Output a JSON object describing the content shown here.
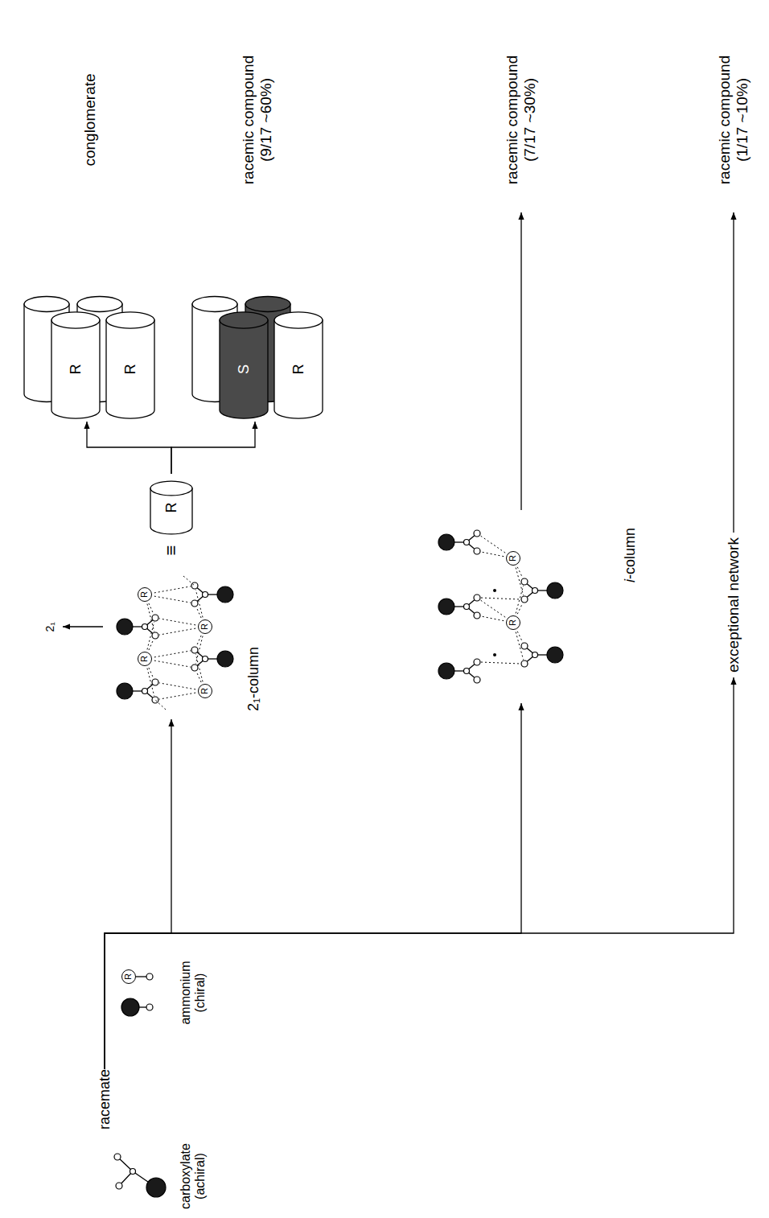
{
  "diagram": {
    "nodes": [
      {
        "text": [
          "racemate"
        ]
      },
      {
        "text": [
          "2₁-column"
        ]
      },
      {
        "text": [
          "R"
        ]
      },
      {
        "text": [
          "R",
          "R"
        ]
      },
      {
        "text": [
          "R",
          "S"
        ]
      },
      {
        "text": [
          "i-column"
        ]
      },
      {
        "text": [
          "exceptional network"
        ]
      },
      {
        "text": [
          "conglomerate"
        ]
      },
      {
        "text": [
          "racemic compound (9/17 ~60%)"
        ]
      },
      {
        "text": [
          "racemic compound (7/17 ~30%)"
        ]
      },
      {
        "text": [
          "racemic compound (1/17 ~10%)"
        ]
      }
    ],
    "edges": [
      {
        "from": 0,
        "to": 1,
        "arrow": "to"
      },
      {
        "from": 0,
        "to": 5,
        "arrow": "to"
      },
      {
        "from": 0,
        "to": 6,
        "arrow": "to"
      },
      {
        "from": 2,
        "to": 3,
        "arrow": "to"
      },
      {
        "from": 2,
        "to": 4,
        "arrow": "to"
      },
      {
        "from": 5,
        "to": 9,
        "arrow": "to"
      },
      {
        "from": 6,
        "to": 10,
        "arrow": "to"
      }
    ],
    "labels": [
      "carboxylate (achiral)",
      "ammonium (chiral)",
      "R",
      "2₁",
      "R",
      "R",
      "R",
      "R",
      "≡",
      "R",
      "R"
    ]
  }
}
